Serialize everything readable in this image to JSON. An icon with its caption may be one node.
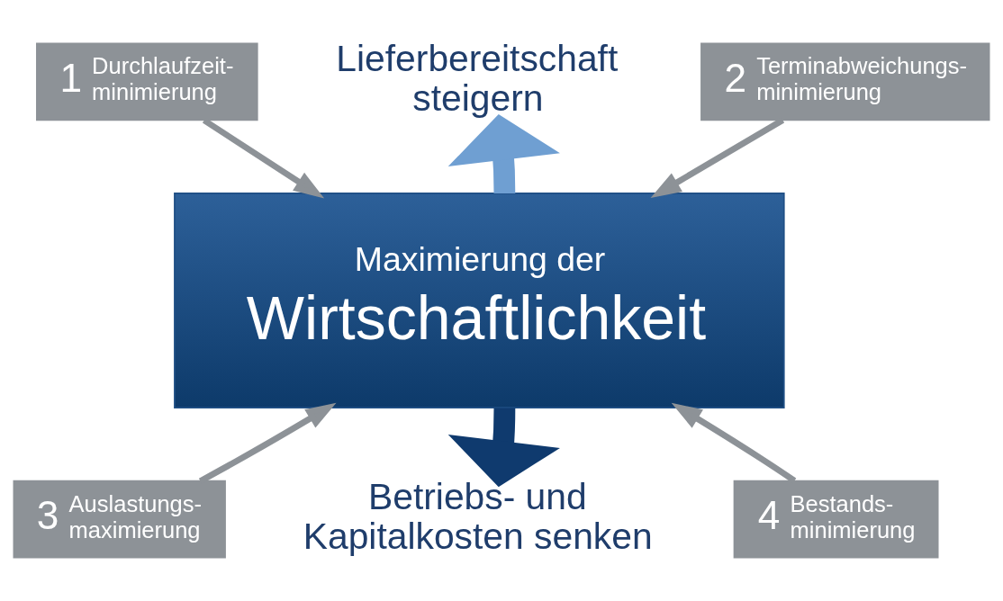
{
  "diagram": {
    "nodes": [
      {
        "text": [
          "Lieferbereitschaft steigern"
        ]
      },
      {
        "text": [
          "1",
          "Durchlaufzeit- minimierung"
        ]
      },
      {
        "text": [
          "2",
          "Terminabweichungs- minimierung"
        ]
      },
      {
        "text": [
          "Maximierung der",
          "Wirtschaftlichkeit"
        ]
      },
      {
        "text": [
          "3",
          "Auslastungs- maximierung"
        ]
      },
      {
        "text": [
          "4",
          "Bestands- minimierung"
        ]
      },
      {
        "text": [
          "Betriebs- und Kapitalkosten senken"
        ]
      }
    ],
    "edges": [
      {
        "from": 3,
        "to": 0,
        "arrow": "to",
        "style": "thick",
        "color": "#6f9fd2"
      },
      {
        "from": 1,
        "to": 3,
        "arrow": "to"
      },
      {
        "from": 2,
        "to": 3,
        "arrow": "to"
      },
      {
        "from": 4,
        "to": 3,
        "arrow": "to"
      },
      {
        "from": 5,
        "to": 3,
        "arrow": "to"
      },
      {
        "from": 3,
        "to": 6,
        "arrow": "to",
        "style": "thick",
        "color": "#0f3a6e"
      }
    ]
  }
}
